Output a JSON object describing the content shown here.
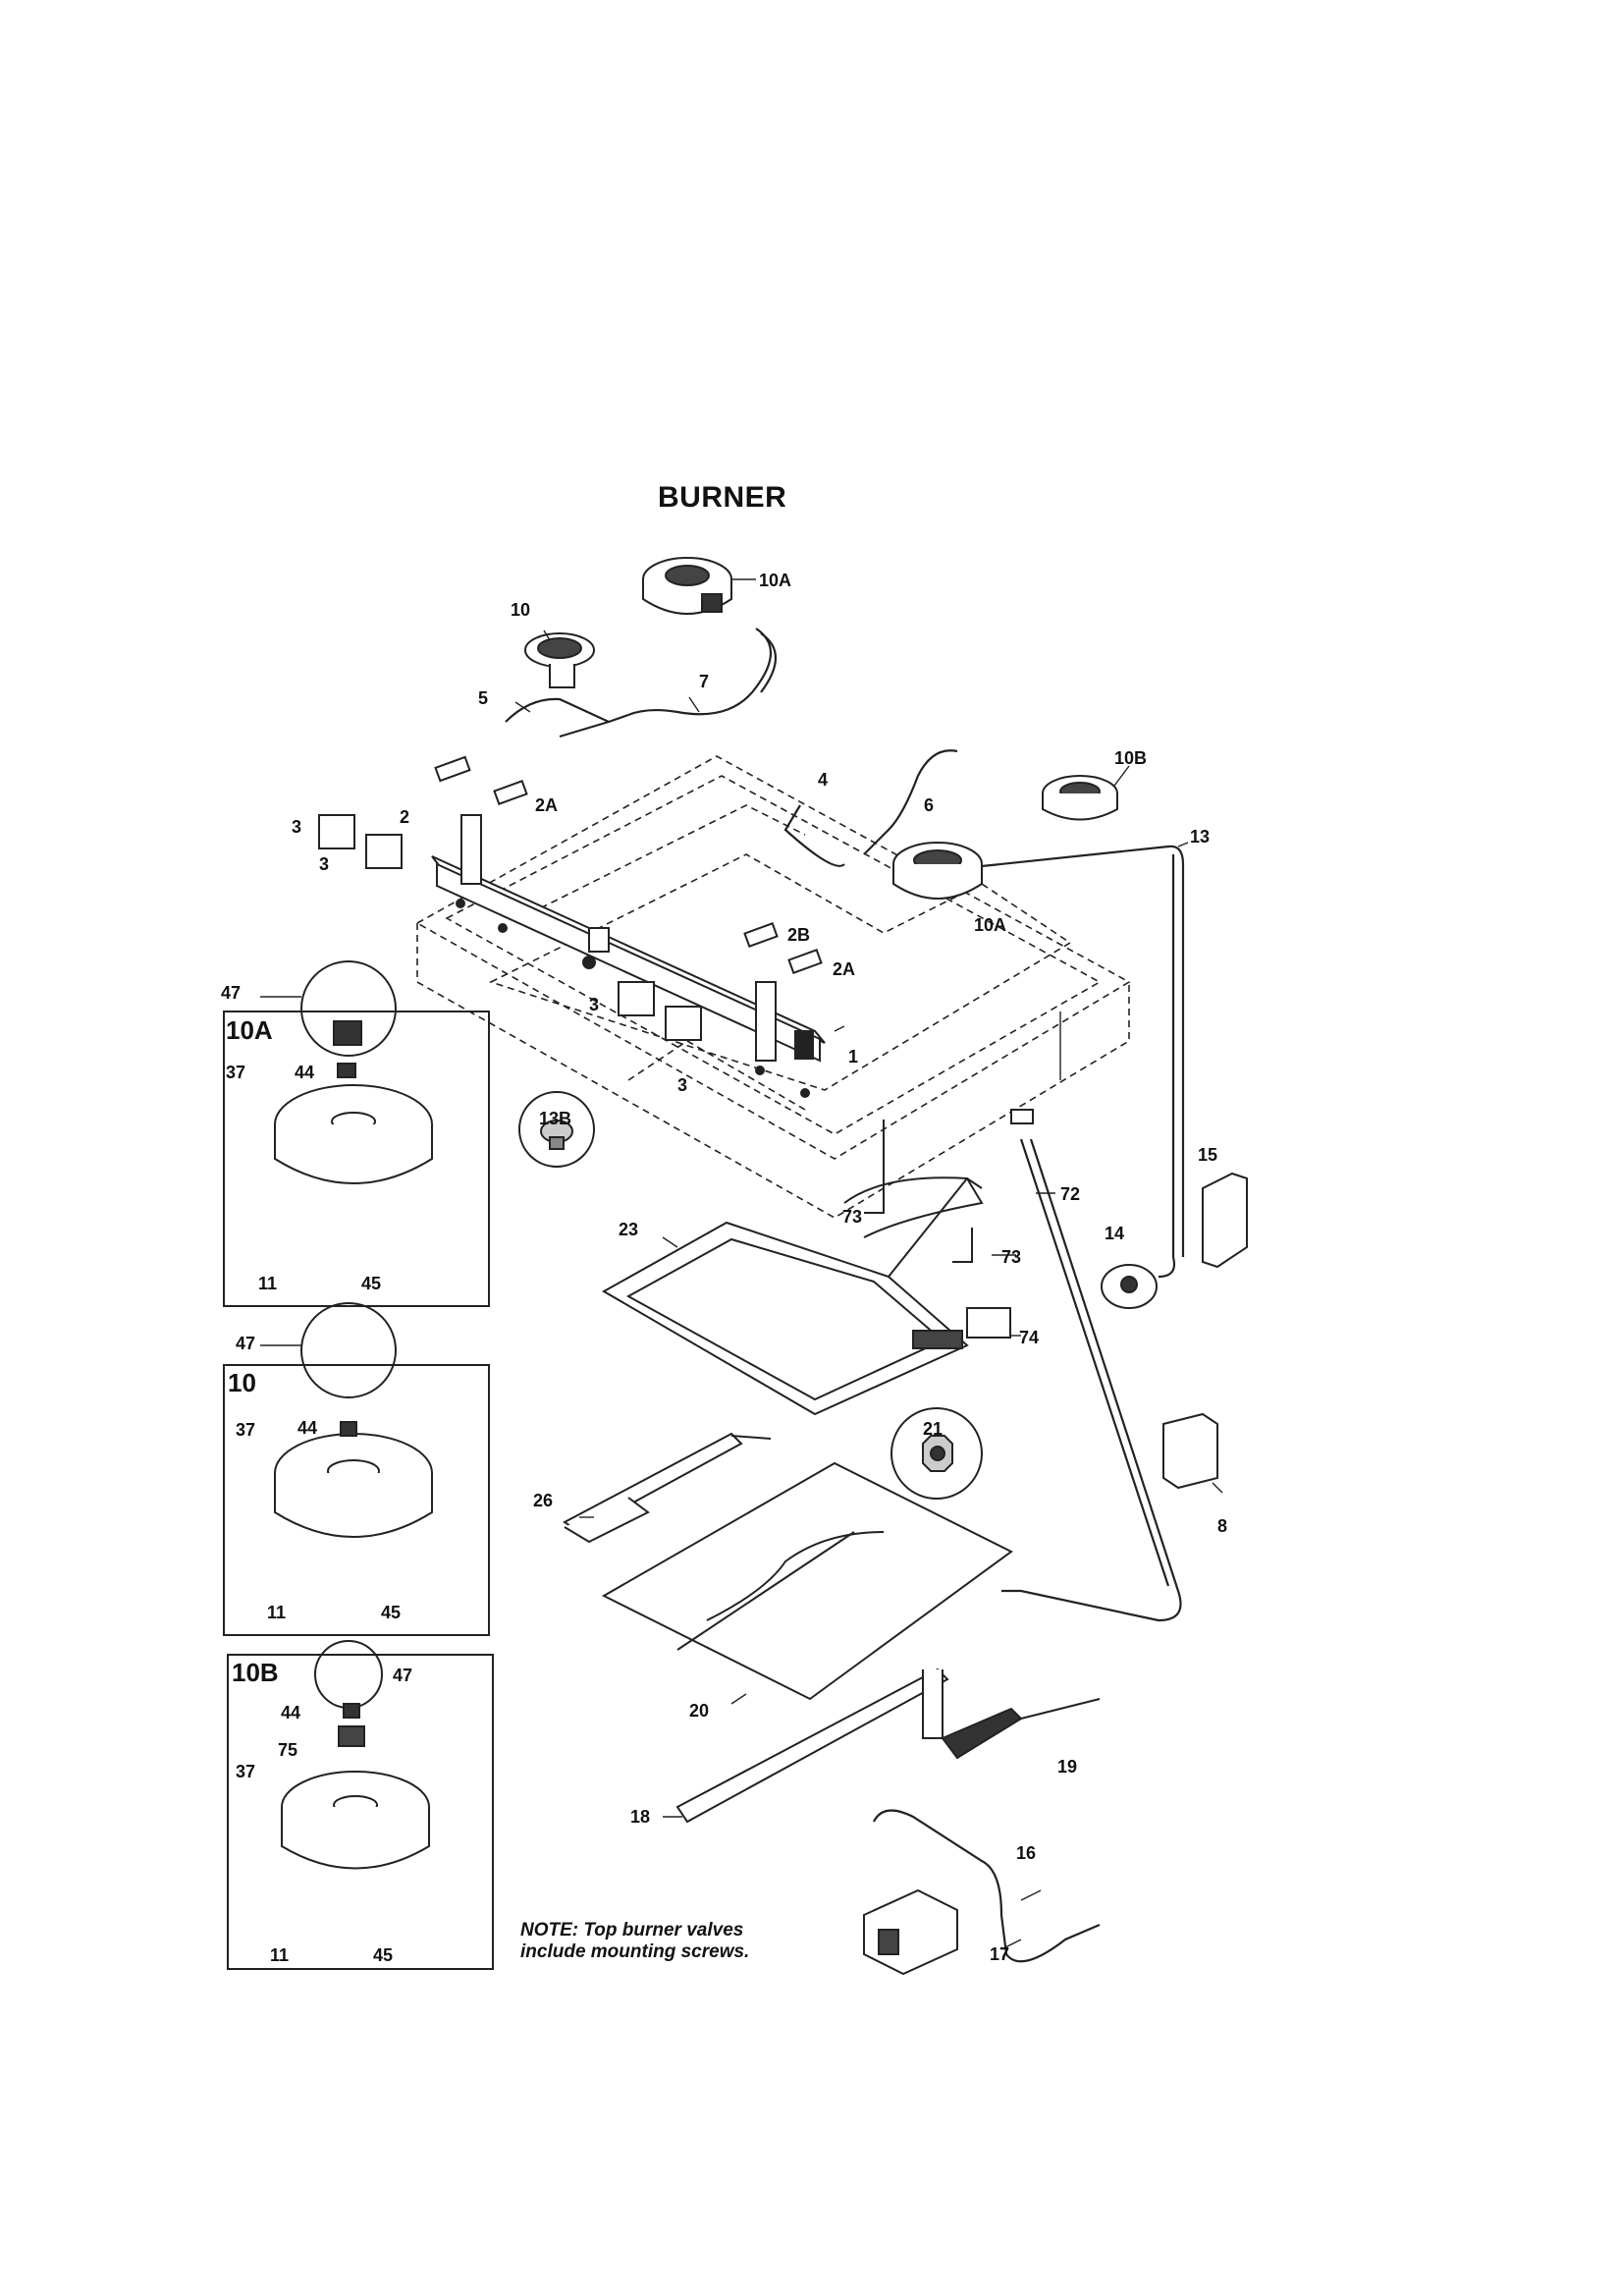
{
  "diagram": {
    "title": "BURNER",
    "note_lines": [
      "NOTE: Top burner valves",
      "include mounting screws."
    ],
    "inset_titles": [
      "10A",
      "10",
      "10B"
    ],
    "callouts": {
      "c_10A_top": "10A",
      "c_10": "10",
      "c_7": "7",
      "c_5": "5",
      "c_2": "2",
      "c_2A_upper": "2A",
      "c_3_a": "3",
      "c_3_b": "3",
      "c_4": "4",
      "c_6": "6",
      "c_10B": "10B",
      "c_13": "13",
      "c_10A_mid": "10A",
      "c_2B": "2B",
      "c_2A_lower": "2A",
      "c_3_c": "3",
      "c_3_d": "3",
      "c_1": "1",
      "c_13B": "13B",
      "c_15": "15",
      "c_72": "72",
      "c_73_a": "73",
      "c_73_b": "73",
      "c_14": "14",
      "c_23": "23",
      "c_74": "74",
      "c_21": "21",
      "c_8": "8",
      "c_26": "26",
      "c_20": "20",
      "c_19": "19",
      "c_18": "18",
      "c_16": "16",
      "c_17": "17",
      "i1_47": "47",
      "i1_37": "37",
      "i1_44": "44",
      "i1_11": "11",
      "i1_45": "45",
      "i2_47": "47",
      "i2_37": "37",
      "i2_44": "44",
      "i2_11": "11",
      "i2_45": "45",
      "i3_47": "47",
      "i3_44": "44",
      "i3_75": "75",
      "i3_37": "37",
      "i3_11": "11",
      "i3_45": "45"
    }
  }
}
